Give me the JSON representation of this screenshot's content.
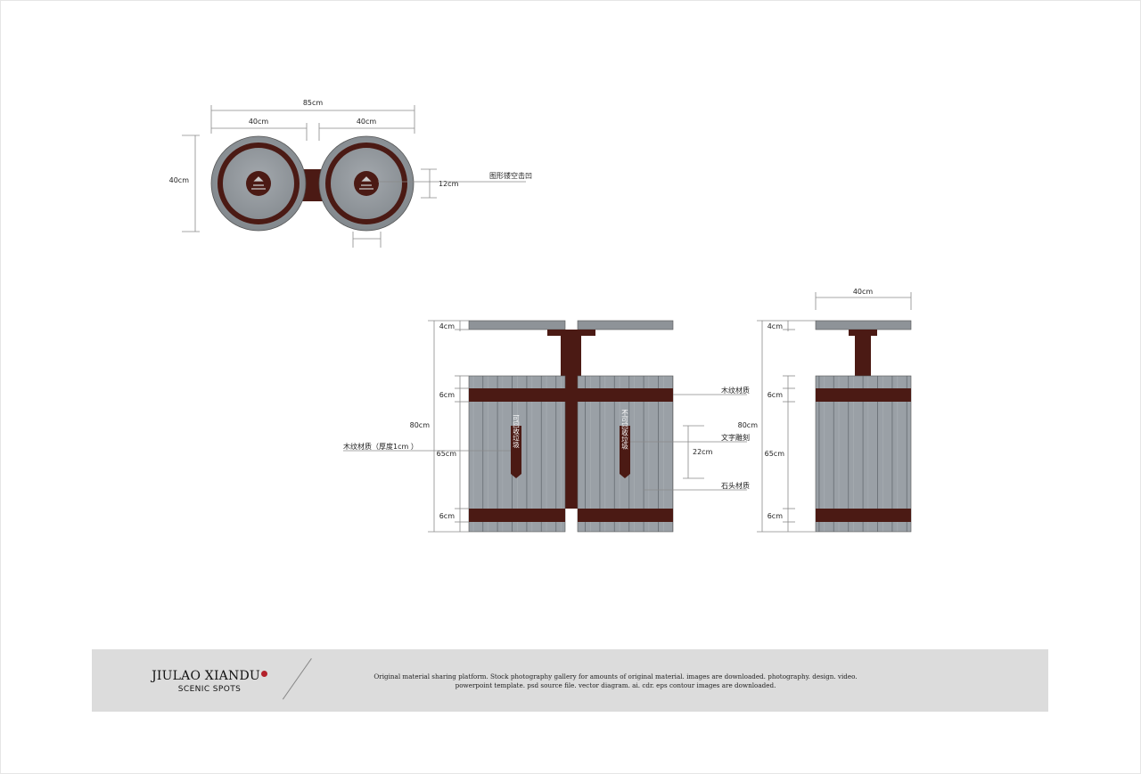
{
  "plan_view": {
    "overall_width": "85cm",
    "left_diameter": "40cm",
    "right_diameter": "40cm",
    "height": "40cm",
    "logo_size": "12cm",
    "logo_note": "图形镂空击凹"
  },
  "front_view": {
    "top_thickness": "4cm",
    "band_top": "6cm",
    "body": "65cm",
    "band_bottom": "6cm",
    "total_height": "80cm",
    "sign_length": "22cm",
    "left_sign": "可回收垃圾",
    "right_sign": "不可回收垃圾",
    "note_wood": "木纹材质",
    "note_text": "文字雕刻",
    "note_stone": "石头材质",
    "note_wood_thickness": "木纹材质（厚度1cm ）"
  },
  "side_view": {
    "width": "40cm",
    "top_thickness": "4cm",
    "band_top": "6cm",
    "total_height": "80cm",
    "body": "65cm",
    "band_bottom": "6cm"
  },
  "footer": {
    "brand": "JIULAO XIANDU",
    "subtitle": "SCENIC SPOTS",
    "line1": "Original material sharing platform. Stock photography gallery for amounts of original material. images are downloaded. photography. design. video.",
    "line2": "powerpoint template. psd source file. vector diagram. ai. cdr. eps contour images are downloaded."
  },
  "colors": {
    "stone": "#8e9398",
    "wood_dark": "#4b1a14",
    "plank": "#9aa0a6",
    "footer_bg": "#dcdcdc"
  }
}
